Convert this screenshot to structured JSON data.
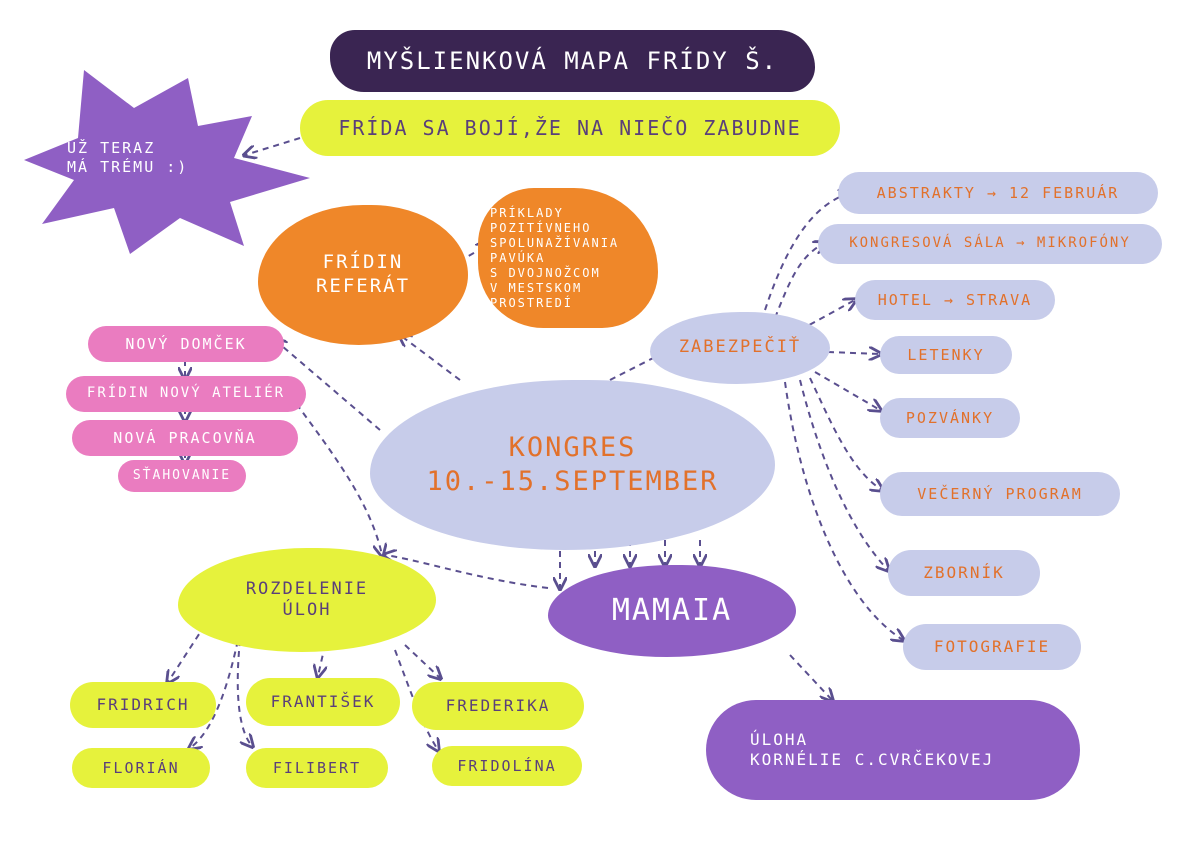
{
  "title": "MYŠLIENKOVÁ MAPA FRÍDY Š.",
  "subtitle": "FRÍDA SA BOJÍ,ŽE NA NIEČO ZABUDNE",
  "star_note": "UŽ TERAZ\nMÁ TRÉMU :)",
  "referat": "FRÍDIN\nREFERÁT",
  "referat_detail": "PRÍKLADY\nPOZITÍVNEHO\nSPOLUNAŽÍVANIA\nPAVÚKA\nS DVOJNOŽCOM\nV MESTSKOM\nPROSTREDÍ",
  "center": "KONGRES\n10.-15.SEPTEMBER",
  "zabezpecit": {
    "label": "ZABEZPEČIŤ",
    "items": [
      "ABSTRAKTY → 12 FEBRUÁR",
      "KONGRESOVÁ SÁLA → MIKROFÓNY",
      "HOTEL → STRAVA",
      "LETENKY",
      "POZVÁNKY",
      "VEČERNÝ PROGRAM",
      "ZBORNÍK",
      "FOTOGRAFIE"
    ]
  },
  "home_chain": [
    "NOVÝ DOMČEK",
    "FRÍDIN NOVÝ ATELIÉR",
    "NOVÁ PRACOVŇA",
    "SŤAHOVANIE"
  ],
  "rozdelenie": {
    "label": "ROZDELENIE\nÚLOH",
    "people": [
      "FRIDRICH",
      "FRANTIŠEK",
      "FREDERIKA",
      "FLORIÁN",
      "FILIBERT",
      "FRIDOLÍNA"
    ]
  },
  "mamaia": "MAMAIA",
  "uloha": "ÚLOHA\nKORNÉLIE C.CVRČEKOVEJ",
  "colors": {
    "dark_purple": "#3a2552",
    "lime": "#e6f23c",
    "violet": "#8f5fc4",
    "orange": "#ef8729",
    "pink": "#ea7cc0",
    "lavender": "#c7ccea",
    "text_orange": "#e2712b",
    "text_purple": "#5a3f7a",
    "arrow": "#5a4f8f"
  }
}
